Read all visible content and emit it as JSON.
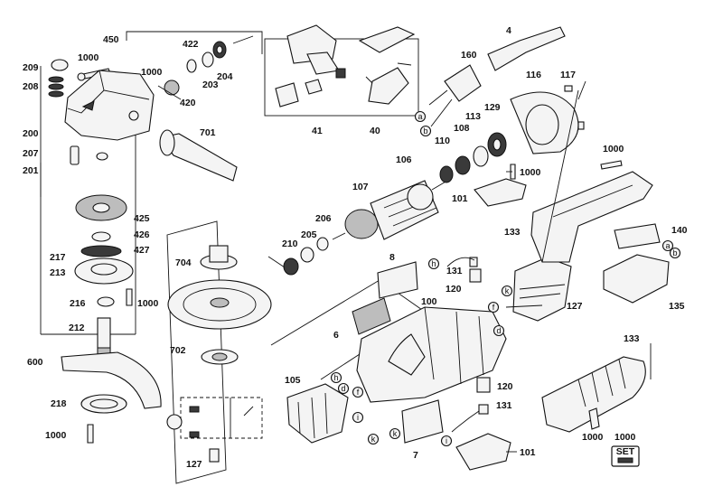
{
  "callouts": {
    "p450": "450",
    "p422": "422",
    "p209": "209",
    "p1000a": "1000",
    "p1000b": "1000",
    "p208": "208",
    "p203": "203",
    "p204": "204",
    "p420": "420",
    "p200": "200",
    "p207": "207",
    "p201": "201",
    "p701": "701",
    "p425": "425",
    "p426": "426",
    "p427": "427",
    "p217": "217",
    "p213": "213",
    "p216": "216",
    "p1000c": "1000",
    "p212": "212",
    "p600": "600",
    "p218": "218",
    "p1000d": "1000",
    "p41": "41",
    "p40": "40",
    "p4": "4",
    "p160": "160",
    "p116": "116",
    "p117": "117",
    "p129": "129",
    "p113": "113",
    "p108": "108",
    "p110": "110",
    "p106": "106",
    "p107": "107",
    "p1000e": "1000",
    "p101a": "101",
    "p206": "206",
    "p205": "205",
    "p210": "210",
    "p704": "704",
    "p702": "702",
    "p8": "8",
    "p131a": "131",
    "p120a": "120",
    "p127a": "127",
    "p100": "100",
    "p6": "6",
    "p1000f": "1000",
    "p133a": "133",
    "p140": "140",
    "p135": "135",
    "p105": "105",
    "p127b": "127",
    "p120b": "120",
    "p131b": "131",
    "p7": "7",
    "p101b": "101",
    "p133b": "133",
    "p1000g": "1000",
    "p1000h": "1000"
  },
  "wire_letters": {
    "a1": "a",
    "b1": "b",
    "a2": "a",
    "b2": "b",
    "h1": "h",
    "k1": "k",
    "f1": "f",
    "d1": "d",
    "h2": "h",
    "d2": "d",
    "f2": "f",
    "i1": "i",
    "k2": "k",
    "k3": "k",
    "i2": "i"
  },
  "set_badge": {
    "label": "SET"
  }
}
